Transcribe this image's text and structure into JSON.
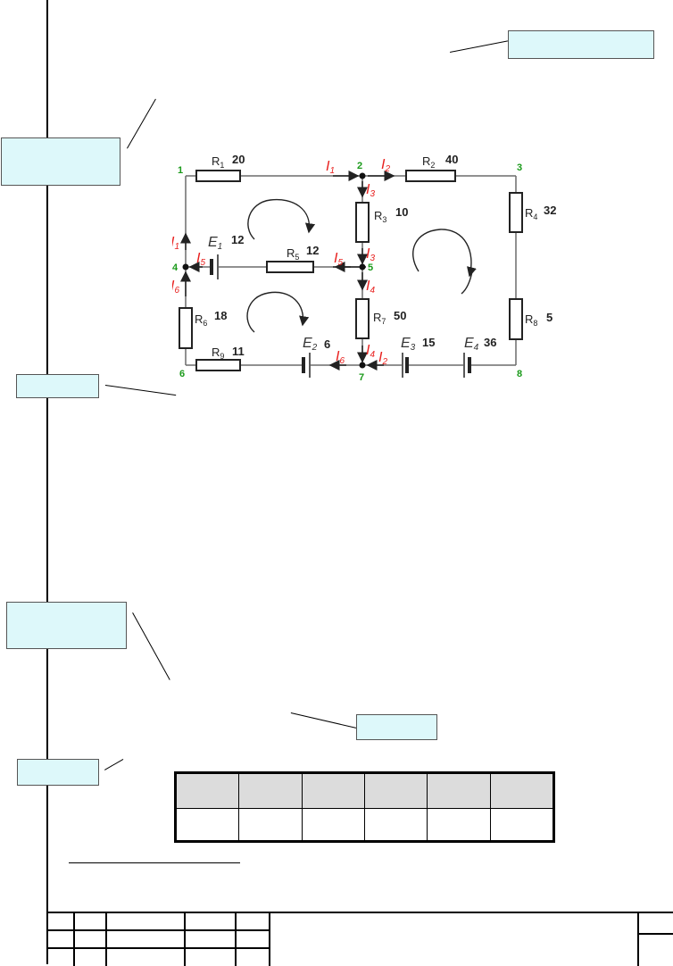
{
  "circuit": {
    "nodes": [
      "1",
      "2",
      "3",
      "4",
      "5",
      "6",
      "7",
      "8"
    ],
    "resistors": [
      {
        "label": "R",
        "sub": "1",
        "value": "20"
      },
      {
        "label": "R",
        "sub": "2",
        "value": "40"
      },
      {
        "label": "R",
        "sub": "3",
        "value": "10"
      },
      {
        "label": "R",
        "sub": "4",
        "value": "32"
      },
      {
        "label": "R",
        "sub": "5",
        "value": "12"
      },
      {
        "label": "R",
        "sub": "6",
        "value": "18"
      },
      {
        "label": "R",
        "sub": "7",
        "value": "50"
      },
      {
        "label": "R",
        "sub": "8",
        "value": "5"
      },
      {
        "label": "R",
        "sub": "9",
        "value": "11"
      }
    ],
    "sources": [
      {
        "label": "E",
        "sub": "1",
        "value": "12"
      },
      {
        "label": "E",
        "sub": "2",
        "value": "6"
      },
      {
        "label": "E",
        "sub": "3",
        "value": "15"
      },
      {
        "label": "E",
        "sub": "4",
        "value": "36"
      }
    ],
    "currents": [
      "1",
      "2",
      "3",
      "4",
      "5",
      "6"
    ],
    "colors": {
      "node": "#1a9a1a",
      "current": "#e8201e",
      "wire": "#6b6b6b",
      "callout": "#ddf8fa"
    }
  },
  "callouts": [
    {
      "id": "callout-top-right"
    },
    {
      "id": "callout-upper-left"
    },
    {
      "id": "callout-mid-left"
    },
    {
      "id": "callout-lower-left"
    },
    {
      "id": "callout-lower-center"
    },
    {
      "id": "callout-bottom-left"
    }
  ],
  "results_table": {
    "rows": [
      [
        "",
        "",
        "",
        "",
        "",
        ""
      ],
      [
        "",
        "",
        "",
        "",
        "",
        ""
      ]
    ]
  }
}
